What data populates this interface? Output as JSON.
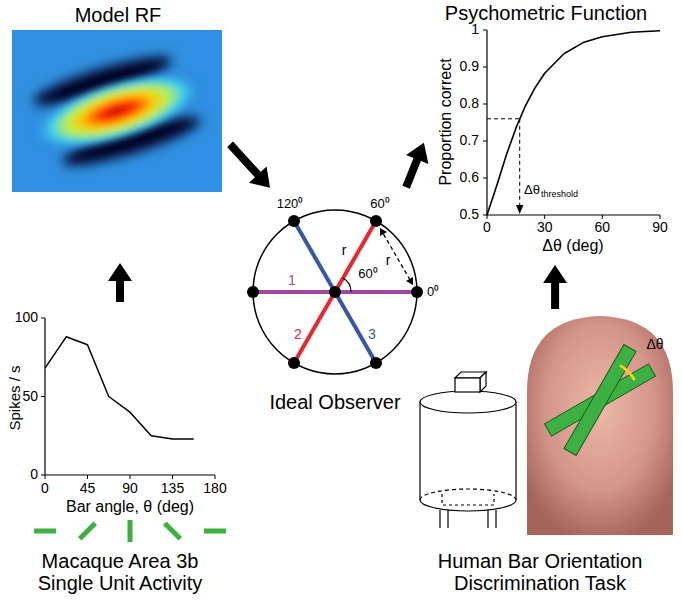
{
  "diagram": {
    "nodes": [
      {
        "text": [
          "Model RF"
        ]
      },
      {
        "text": [
          "Psychometric Function"
        ]
      },
      {
        "text": [
          "Ideal Observer"
        ]
      },
      {
        "text": [
          "Macaque Area 3b Single Unit Activity"
        ]
      },
      {
        "text": [
          "Human Bar Orientation Discrimination Task"
        ]
      }
    ],
    "edges": [
      {
        "from": 3,
        "to": 0,
        "arrow": "to"
      },
      {
        "from": 0,
        "to": 2,
        "arrow": "to"
      },
      {
        "from": 2,
        "to": 1,
        "arrow": "to"
      },
      {
        "from": 4,
        "to": 1,
        "arrow": "to"
      }
    ],
    "labels": [
      "1",
      "0.9",
      "0.8",
      "0.7",
      "0.6",
      "0.5",
      "Proportion correct",
      "0",
      "30",
      "60",
      "90",
      "Δθ (deg)",
      "Δθ",
      "threshold",
      "120⁰",
      "60⁰",
      "0⁰",
      "r",
      "r",
      "60⁰",
      "1",
      "2",
      "3",
      "Spikes / s",
      "100",
      "50",
      "0",
      "0",
      "45",
      "90",
      "135",
      "180",
      "Bar angle, θ (deg)",
      "Δθ"
    ]
  }
}
